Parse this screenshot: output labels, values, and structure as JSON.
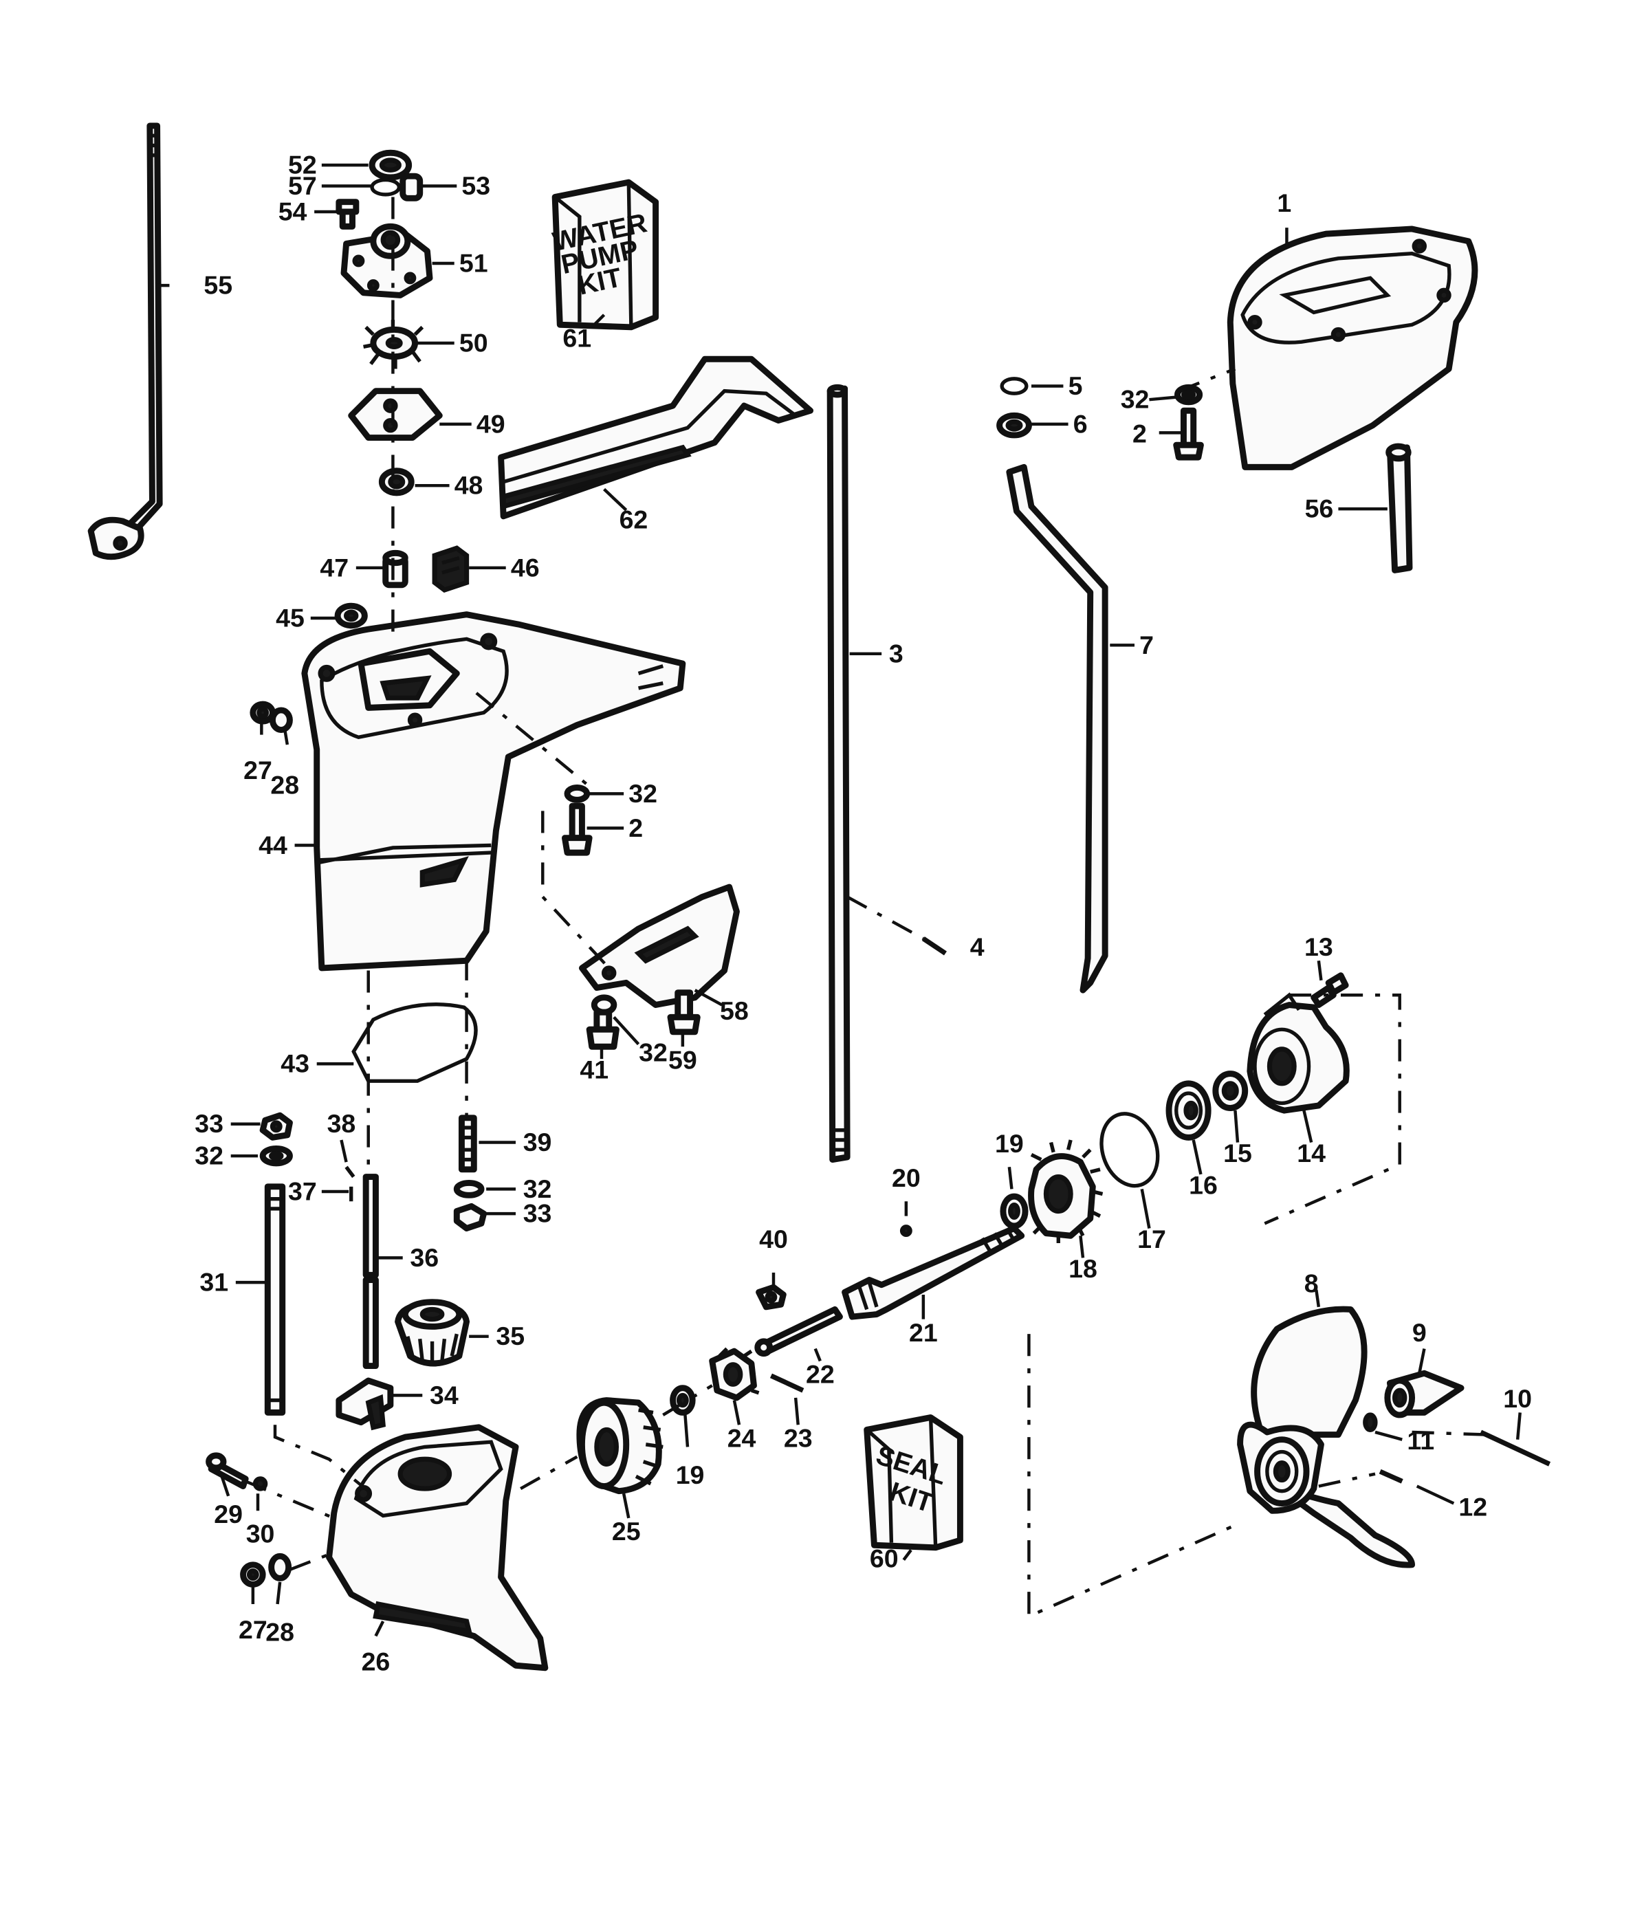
{
  "diagram": {
    "kits": {
      "water_pump": [
        "WATER",
        "PUMP",
        "KIT"
      ],
      "seal": [
        "SEAL",
        "KIT"
      ]
    },
    "labels": {
      "p1": "1",
      "p2a": "2",
      "p2b": "2",
      "p3": "3",
      "p4": "4",
      "p5": "5",
      "p6": "6",
      "p7": "7",
      "p8": "8",
      "p9": "9",
      "p10": "10",
      "p11": "11",
      "p12": "12",
      "p13": "13",
      "p14": "14",
      "p15": "15",
      "p16": "16",
      "p17": "17",
      "p18": "18",
      "p19a": "19",
      "p19b": "19",
      "p20": "20",
      "p21": "21",
      "p22": "22",
      "p23": "23",
      "p24": "24",
      "p25": "25",
      "p26": "26",
      "p27a": "27",
      "p27b": "27",
      "p28a": "28",
      "p28b": "28",
      "p29": "29",
      "p30": "30",
      "p31": "31",
      "p32a": "32",
      "p32b": "32",
      "p32c": "32",
      "p32d": "32",
      "p32e": "32",
      "p33a": "33",
      "p33b": "33",
      "p34": "34",
      "p35": "35",
      "p36": "36",
      "p37": "37",
      "p38": "38",
      "p39": "39",
      "p40": "40",
      "p41": "41",
      "p43": "43",
      "p44": "44",
      "p45": "45",
      "p46": "46",
      "p47": "47",
      "p48": "48",
      "p49": "49",
      "p50": "50",
      "p51": "51",
      "p52": "52",
      "p53": "53",
      "p54": "54",
      "p55": "55",
      "p56": "56",
      "p57": "57",
      "p58": "58",
      "p59": "59",
      "p60": "60",
      "p61": "61",
      "p62": "62"
    }
  }
}
